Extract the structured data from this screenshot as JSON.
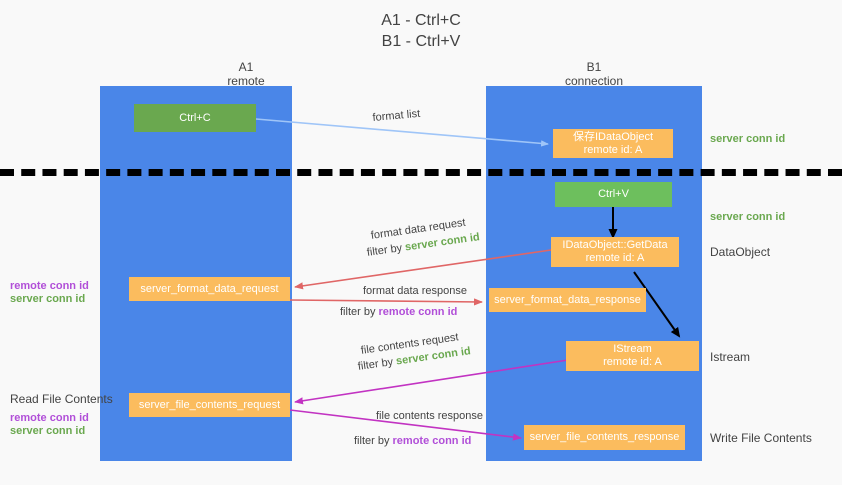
{
  "title": {
    "line1": "A1 - Ctrl+C",
    "line2": "B1 - Ctrl+V"
  },
  "columns": [
    {
      "name": "A1",
      "sub": "remote"
    },
    {
      "name": "B1",
      "sub": "connection"
    }
  ],
  "nodes": {
    "ctrl_c": "Ctrl+C",
    "ctrl_v": "Ctrl+V",
    "dataobject_store_l1": "保存IDataObject",
    "dataobject_store_l2": "remote id: A",
    "getdata_l1": "IDataObject::GetData",
    "getdata_l2": "remote id: A",
    "istream_l1": "IStream",
    "istream_l2": "remote id: A",
    "server_format_data_request": "server_format_data_request",
    "server_format_data_response": "server_format_data_response",
    "server_file_contents_request": "server_file_contents_request",
    "server_file_contents_response": "server_file_contents_response"
  },
  "arrow_labels": {
    "format_list": "format list",
    "format_data_request": "format data request",
    "format_data_request_filter_prefix": "filter by ",
    "format_data_request_filter_key": "server conn id",
    "format_data_response": "format data response",
    "format_data_response_filter_prefix": "filter by ",
    "format_data_response_filter_key": "remote conn id",
    "file_contents_request": "file contents request",
    "file_contents_request_filter_prefix": "filter by ",
    "file_contents_request_filter_key": "server conn id",
    "file_contents_response": "file contents response",
    "file_contents_response_filter_prefix": "filter by ",
    "file_contents_response_filter_key": "remote conn id"
  },
  "side_labels": {
    "right_server_conn_id_top": "server conn id",
    "right_server_conn_id_mid": "server conn id",
    "right_dataobject": "DataObject",
    "right_istream": "Istream",
    "right_write_file_contents": "Write File Contents",
    "left_remote_conn_id_1": "remote conn id",
    "left_server_conn_id_1": "server conn id",
    "left_read_file_contents": "Read File Contents",
    "left_remote_conn_id_2": "remote conn id",
    "left_server_conn_id_2": "server conn id"
  },
  "colors": {
    "lane": "#4a86e8",
    "green_node": "#6aa84f",
    "green_node_light": "#6dbf5d",
    "orange_node": "#fbbc5e",
    "green_text": "#6aa84f",
    "purple_text": "#b14fd8",
    "light_blue_arrow": "#9fc5f8",
    "red_arrow": "#e06666",
    "magenta_arrow": "#c233c2",
    "black_arrow": "#000000",
    "background": "#f9f9f9",
    "divider": "#000000"
  }
}
